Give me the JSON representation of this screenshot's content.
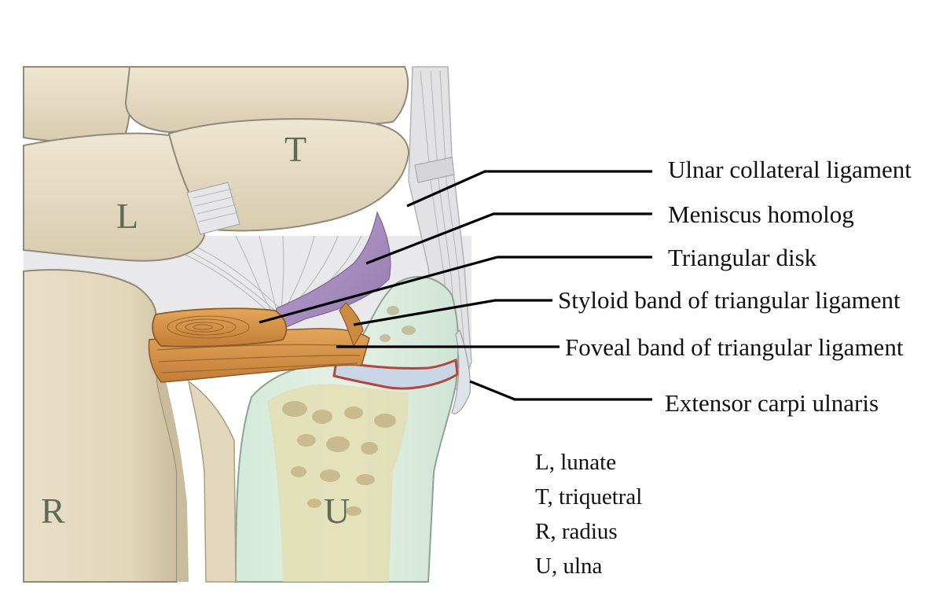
{
  "callouts": [
    "Ulnar collateral ligament",
    "Meniscus homolog",
    "Triangular disk",
    "Styloid band of triangular ligament",
    "Foveal band of triangular ligament",
    "Extensor carpi ulnaris"
  ],
  "bone_letters": {
    "lunate": "L",
    "triquetral": "T",
    "radius": "R",
    "ulna": "U"
  },
  "legend": [
    "L, lunate",
    "T, triquetral",
    "R, radius",
    "U, ulna"
  ],
  "colors": {
    "bone": "#e6dcc4",
    "bone_shadow": "#cfc3a6",
    "ligament": "#e3e3e6",
    "meniscus": "#a98fc0",
    "disk": "#d7954a",
    "marrow": "#d9ecdf",
    "cartilage": "#c9d7e6",
    "fracture_edge": "#b3473b"
  }
}
